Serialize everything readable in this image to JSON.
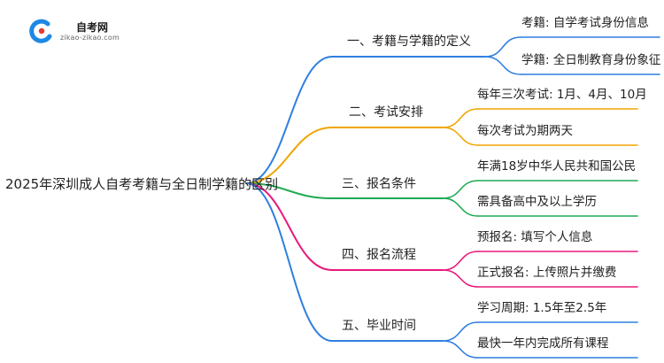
{
  "logo": {
    "title": "自考网",
    "url": "zikao-zikao.com"
  },
  "root": "2025年深圳成人自考考籍与全日制学籍的区别",
  "colors": {
    "blue": "#2f7fe0",
    "orange": "#f0a500",
    "green": "#1faa55",
    "pink": "#e8197a",
    "logo_blue": "#1e88e5",
    "logo_red": "#e53935"
  },
  "branches": [
    {
      "label": "一、考籍与学籍的定义",
      "color": "blue",
      "leaves": [
        "考籍: 自学考试身份信息",
        "学籍: 全日制教育身份象征"
      ]
    },
    {
      "label": "二、考试安排",
      "color": "orange",
      "leaves": [
        "每年三次考试: 1月、4月、10月",
        "每次考试为期两天"
      ]
    },
    {
      "label": "三、报名条件",
      "color": "green",
      "leaves": [
        "年满18岁中华人民共和国公民",
        "需具备高中及以上学历"
      ]
    },
    {
      "label": "四、报名流程",
      "color": "pink",
      "leaves": [
        "预报名: 填写个人信息",
        "正式报名: 上传照片并缴费"
      ]
    },
    {
      "label": "五、毕业时间",
      "color": "blue",
      "leaves": [
        "学习周期: 1.5年至2.5年",
        "最快一年内完成所有课程"
      ]
    }
  ]
}
